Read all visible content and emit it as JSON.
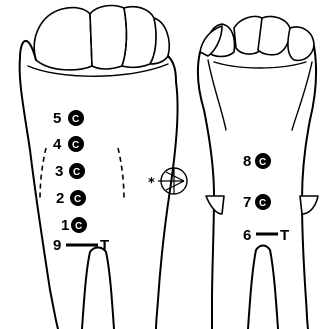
{
  "dorsal_view": {
    "points": [
      {
        "number": "5",
        "symbol": "C"
      },
      {
        "number": "4",
        "symbol": "C"
      },
      {
        "number": "3",
        "symbol": "C"
      },
      {
        "number": "2",
        "symbol": "C"
      },
      {
        "number": "1",
        "symbol": "C"
      }
    ],
    "lower_point": {
      "number": "9",
      "marker": "T"
    }
  },
  "ventral_view": {
    "points": [
      {
        "number": "8",
        "symbol": "C"
      },
      {
        "number": "7",
        "symbol": "C"
      }
    ],
    "lower_point": {
      "number": "6",
      "marker": "T"
    }
  },
  "center_symbol": {
    "name": "asterisk-compass-symbol",
    "glyph": "*"
  },
  "colors": {
    "ink": "#000000",
    "background": "#ffffff"
  }
}
